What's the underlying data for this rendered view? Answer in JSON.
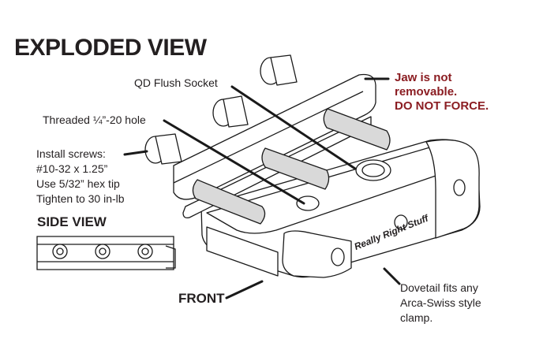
{
  "title": "EXPLODED VIEW",
  "side_view_title": "SIDE VIEW",
  "front_label": "FRONT",
  "brand_mark": "Really Right Stuff",
  "callouts": {
    "qd_socket": "QD Flush Socket",
    "threaded_hole": "Threaded ¼”-20 hole",
    "install": [
      "Install screws:",
      "#10-32 x 1.25”",
      "Use 5/32” hex tip",
      "Tighten to 30 in-lb"
    ],
    "warning": [
      "Jaw is not",
      "removable.",
      "DO NOT FORCE."
    ],
    "dovetail": [
      "Dovetail fits any",
      "Arca-Swiss style",
      "clamp."
    ]
  },
  "colors": {
    "text": "#231f20",
    "warning": "#8b1d22",
    "line": "#1a1a1a",
    "fill": "#ffffff",
    "shade": "#d9d9d9"
  },
  "icons": [
    "screw-icon",
    "socket-icon",
    "hole-icon"
  ]
}
